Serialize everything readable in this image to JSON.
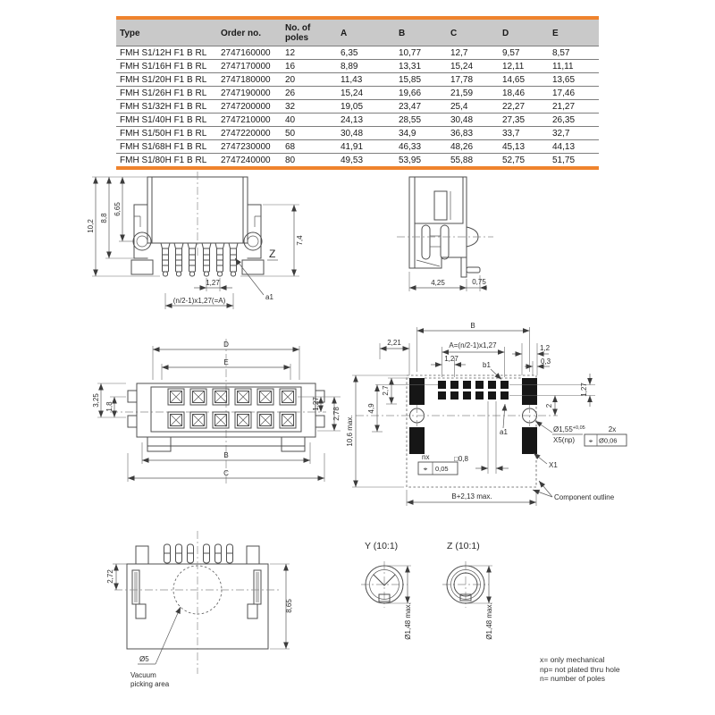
{
  "colors": {
    "accent": "#ef832d"
  },
  "table": {
    "headers": [
      "Type",
      "Order no.",
      "No. of poles",
      "A",
      "B",
      "C",
      "D",
      "E"
    ],
    "rows": [
      [
        "FMH S1/12H F1 B RL",
        "2747160000",
        "12",
        "6,35",
        "10,77",
        "12,7",
        "9,57",
        "8,57"
      ],
      [
        "FMH S1/16H F1 B RL",
        "2747170000",
        "16",
        "8,89",
        "13,31",
        "15,24",
        "12,11",
        "11,11"
      ],
      [
        "FMH S1/20H F1 B RL",
        "2747180000",
        "20",
        "11,43",
        "15,85",
        "17,78",
        "14,65",
        "13,65"
      ],
      [
        "FMH S1/26H F1 B RL",
        "2747190000",
        "26",
        "15,24",
        "19,66",
        "21,59",
        "18,46",
        "17,46"
      ],
      [
        "FMH S1/32H F1 B RL",
        "2747200000",
        "32",
        "19,05",
        "23,47",
        "25,4",
        "22,27",
        "21,27"
      ],
      [
        "FMH S1/40H F1 B RL",
        "2747210000",
        "40",
        "24,13",
        "28,55",
        "30,48",
        "27,35",
        "26,35"
      ],
      [
        "FMH S1/50H F1 B RL",
        "2747220000",
        "50",
        "30,48",
        "34,9",
        "36,83",
        "33,7",
        "32,7"
      ],
      [
        "FMH S1/68H F1 B RL",
        "2747230000",
        "68",
        "41,91",
        "46,33",
        "48,26",
        "45,13",
        "44,13"
      ],
      [
        "FMH S1/80H F1 B RL",
        "2747240000",
        "80",
        "49,53",
        "53,95",
        "55,88",
        "52,75",
        "51,75"
      ]
    ]
  },
  "front_view": {
    "dim_height_total": "10,2",
    "dim_height_body": "8,8",
    "dim_height_inner": "6,65",
    "dim_height_right": "7,4",
    "detail_label": "Z",
    "dim_pitch": "1,27",
    "dim_span": "(n/2-1)x1,27(=A)",
    "pin_label": "a1"
  },
  "side_view": {
    "dim_width": "4,25",
    "dim_offset": "0,75"
  },
  "top_view": {
    "dim_d": "D",
    "dim_e": "E",
    "dim_3_25": "3,25",
    "dim_1_8": "1,8",
    "dim_1_27": "1,27",
    "dim_2_78": "2,78",
    "dim_b": "B",
    "dim_c": "C"
  },
  "footprint": {
    "dim_b": "B",
    "dim_2_21": "2,21",
    "dim_a": "A=(n/2-1)x1,27",
    "dim_1_27": "1,27",
    "pad_label_b1": "b1",
    "dim_1_2": "1,2",
    "dim_0_3": "0,3",
    "dim_row_pitch": "1,27",
    "dim_2": "2",
    "dim_2_7": "2,7",
    "dim_4_9": "4,9",
    "dim_height": "10,6 max.",
    "pad_label_a1": "a1",
    "hole_dia": "Ø1,55",
    "hole_tol": "+0,05",
    "hole_label": "X5(np)",
    "qty_2x": "2x",
    "fcf1_symbol": "⌖",
    "fcf1_value": "Ø0,06",
    "qty_nx": "nx",
    "fcf2_symbol": "⌖",
    "fcf2_value": "0,05",
    "dim_pad_size": "□0,8",
    "pad_label_x1": "X1",
    "dim_b_plus": "B+2,13 max.",
    "outline_label": "Component outline"
  },
  "bottom_view": {
    "dim_2_72": "2,72",
    "dim_8_65": "8,65",
    "dim_dia": "Ø5",
    "vacuum_line1": "Vacuum",
    "vacuum_line2": "picking area"
  },
  "details": {
    "title_y": "Y (10:1)",
    "title_z": "Z (10:1)",
    "dim_y": "Ø1,48 max.",
    "dim_z": "Ø1,48 max."
  },
  "notes": {
    "line1": "x= only mechanical",
    "line2": "np= not plated thru hole",
    "line3": "n= number of poles"
  }
}
